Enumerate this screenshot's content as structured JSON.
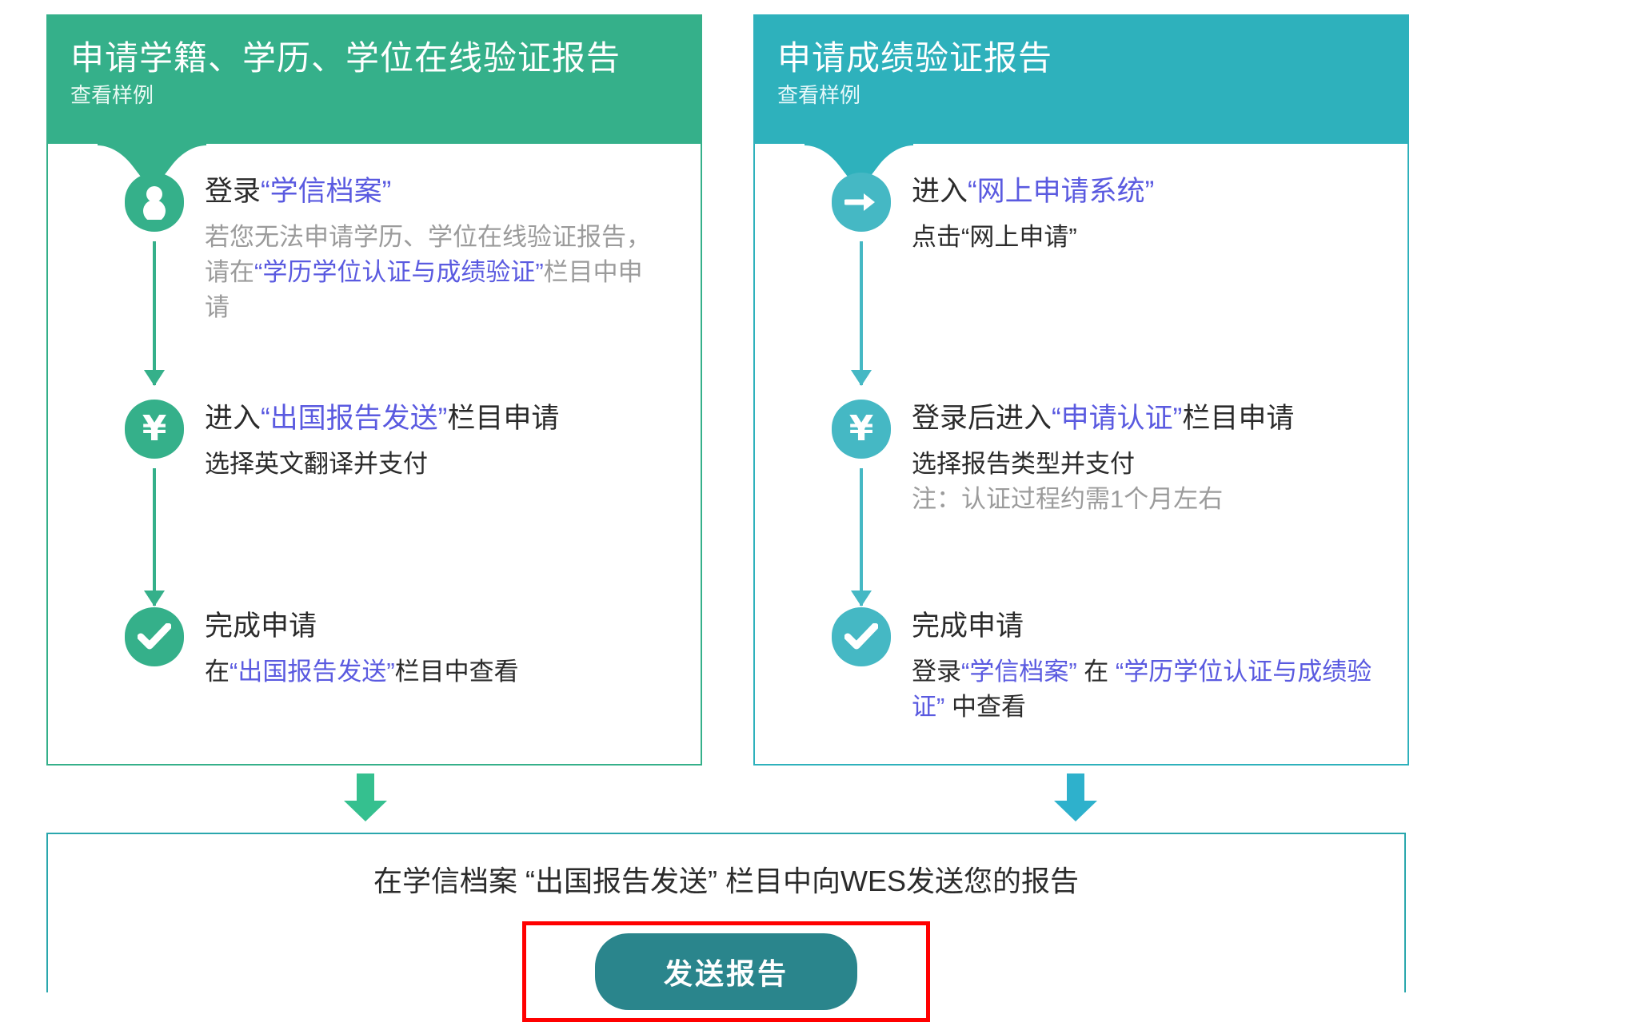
{
  "cards": [
    {
      "accent": "#35b08a",
      "title": "申请学籍、学历、学位在线验证报告",
      "sample_label": "查看样例",
      "steps": [
        {
          "icon": "person-icon",
          "title_plain": "登录",
          "title_link": "“学信档案”",
          "title_tail": "",
          "desc_pre": "若您无法申请学历、学位在线验证报告，请在",
          "desc_link": "“学历学位认证与成绩验证”",
          "desc_post": "栏目中申请",
          "desc_muted": true,
          "note": ""
        },
        {
          "icon": "yen-icon",
          "title_plain": "进入",
          "title_link": "“出国报告发送”",
          "title_tail": "栏目申请",
          "desc_pre": "选择英文翻译并支付",
          "desc_link": "",
          "desc_post": "",
          "desc_muted": false,
          "note": ""
        },
        {
          "icon": "check-icon",
          "title_plain": "完成申请",
          "title_link": "",
          "title_tail": "",
          "desc_pre": "在",
          "desc_link": "“出国报告发送”",
          "desc_post": "栏目中查看",
          "desc_muted": false,
          "note": ""
        }
      ]
    },
    {
      "accent": "#2eb1bc",
      "title": "申请成绩验证报告",
      "sample_label": "查看样例",
      "steps": [
        {
          "icon": "arrow-right-icon",
          "title_plain": "进入",
          "title_link": "“网上申请系统”",
          "title_tail": "",
          "desc_pre": "点击“网上申请”",
          "desc_link": "",
          "desc_post": "",
          "desc_muted": false,
          "note": ""
        },
        {
          "icon": "yen-icon",
          "title_plain": "登录后进入",
          "title_link": "“申请认证”",
          "title_tail": "栏目申请",
          "desc_pre": "选择报告类型并支付",
          "desc_link": "",
          "desc_post": "",
          "desc_muted": false,
          "note": "注：认证过程约需1个月左右"
        },
        {
          "icon": "check-icon",
          "title_plain": "完成申请",
          "title_link": "",
          "title_tail": "",
          "desc_pre": "登录",
          "desc_link": "“学信档案”",
          "desc_post": " 在 ",
          "desc_link2": "“学历学位认证与成绩验证”",
          "desc_post2": " 中查看",
          "desc_muted": false,
          "note": ""
        }
      ]
    }
  ],
  "bottom": {
    "text": "在学信档案 “出国报告发送” 栏目中向WES发送您的报告",
    "send_label": "发送报告",
    "highlight_color": "#ff0000",
    "button_color": "#2a858c",
    "border_color": "#2aa7ad"
  },
  "arrows": {
    "left_color": "#35c08f",
    "right_color": "#2eb1cc"
  }
}
